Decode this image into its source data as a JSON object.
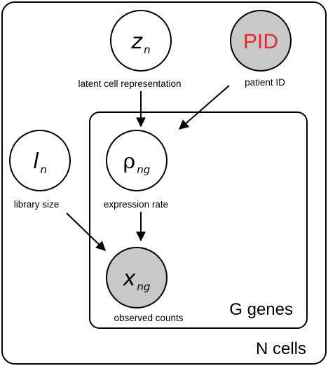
{
  "colors": {
    "observed_fill": "#c8c8c8",
    "latent_fill": "#ffffff",
    "accent_red": "#e8262b",
    "stroke": "#000000"
  },
  "plates": {
    "outer_label": "N cells",
    "inner_label": "G genes"
  },
  "nodes": {
    "z": {
      "symbol": "z",
      "subscript": "n",
      "caption": "latent cell representation",
      "observed": false
    },
    "pid": {
      "symbol": "PID",
      "caption": "patient ID",
      "observed": true
    },
    "l": {
      "symbol": "l",
      "subscript": "n",
      "caption": "library size",
      "observed": false
    },
    "rho": {
      "symbol": "ρ",
      "subscript": "ng",
      "caption": "expression rate",
      "observed": false
    },
    "x": {
      "symbol": "x",
      "subscript": "ng",
      "caption": "observed counts",
      "observed": true
    }
  },
  "edges": [
    {
      "from": "z",
      "to": "rho"
    },
    {
      "from": "pid",
      "to": "rho"
    },
    {
      "from": "rho",
      "to": "x"
    },
    {
      "from": "l",
      "to": "x"
    }
  ]
}
